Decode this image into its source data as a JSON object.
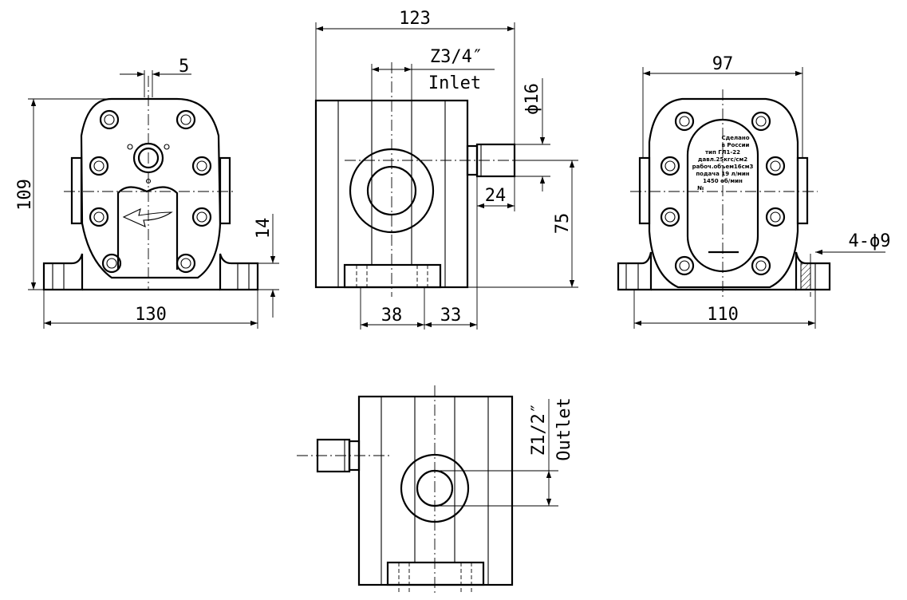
{
  "dimensions": {
    "front_top": "5",
    "front_height": "109",
    "front_foot": "14",
    "front_width": "130",
    "side_width": "123",
    "inlet_thread": "Z3/4″",
    "inlet_label": "Inlet",
    "shaft_dia": "ϕ16",
    "shaft_len": "24",
    "axis_height": "75",
    "base_left": "38",
    "base_right": "33",
    "rear_width": "97",
    "holes": "4-ϕ9",
    "rear_base": "110",
    "outlet_thread": "Z1/2″",
    "outlet_label": "Outlet"
  },
  "nameplate": {
    "lines": [
      "Сделано",
      "в России",
      "тип   ГЛ1-22",
      "давл.25кгс/см2",
      "рабоч.объем16см3",
      "подача 19  л/мин",
      "1450  об/мин",
      "№"
    ]
  }
}
